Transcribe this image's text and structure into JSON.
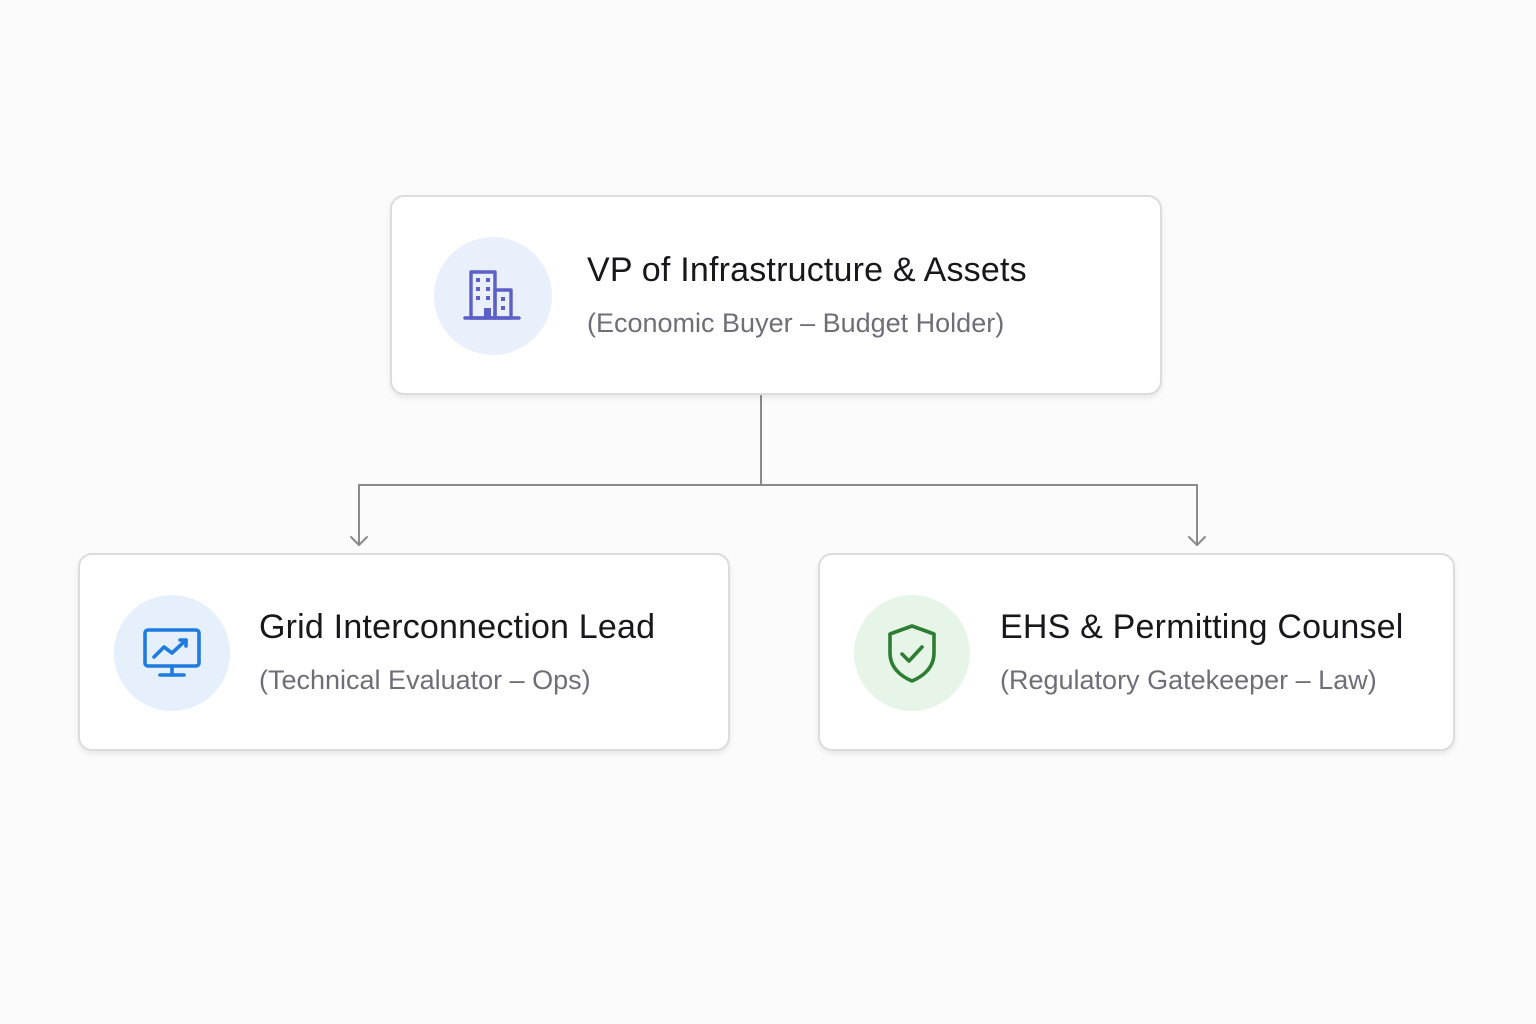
{
  "colors": {
    "background": "#fbfbfb",
    "connector": "#8a8a8a",
    "building_icon": "#5b5fc7",
    "building_circle": "#eaf0fb",
    "monitor_icon": "#1e7be0",
    "monitor_circle": "#e6f0fc",
    "shield_icon": "#2e7d32",
    "shield_circle": "#e6f5e8"
  },
  "nodes": {
    "top": {
      "title": "VP of Infrastructure & Assets",
      "subtitle": "(Economic Buyer – Budget Holder)",
      "icon": "building-icon"
    },
    "left": {
      "title": "Grid Interconnection Lead",
      "subtitle": "(Technical Evaluator – Ops)",
      "icon": "monitor-chart-icon"
    },
    "right": {
      "title": "EHS & Permitting Counsel",
      "subtitle": "(Regulatory Gatekeeper – Law)",
      "icon": "shield-check-icon"
    }
  },
  "edges": [
    {
      "from": "top",
      "to": "left"
    },
    {
      "from": "top",
      "to": "right"
    }
  ]
}
